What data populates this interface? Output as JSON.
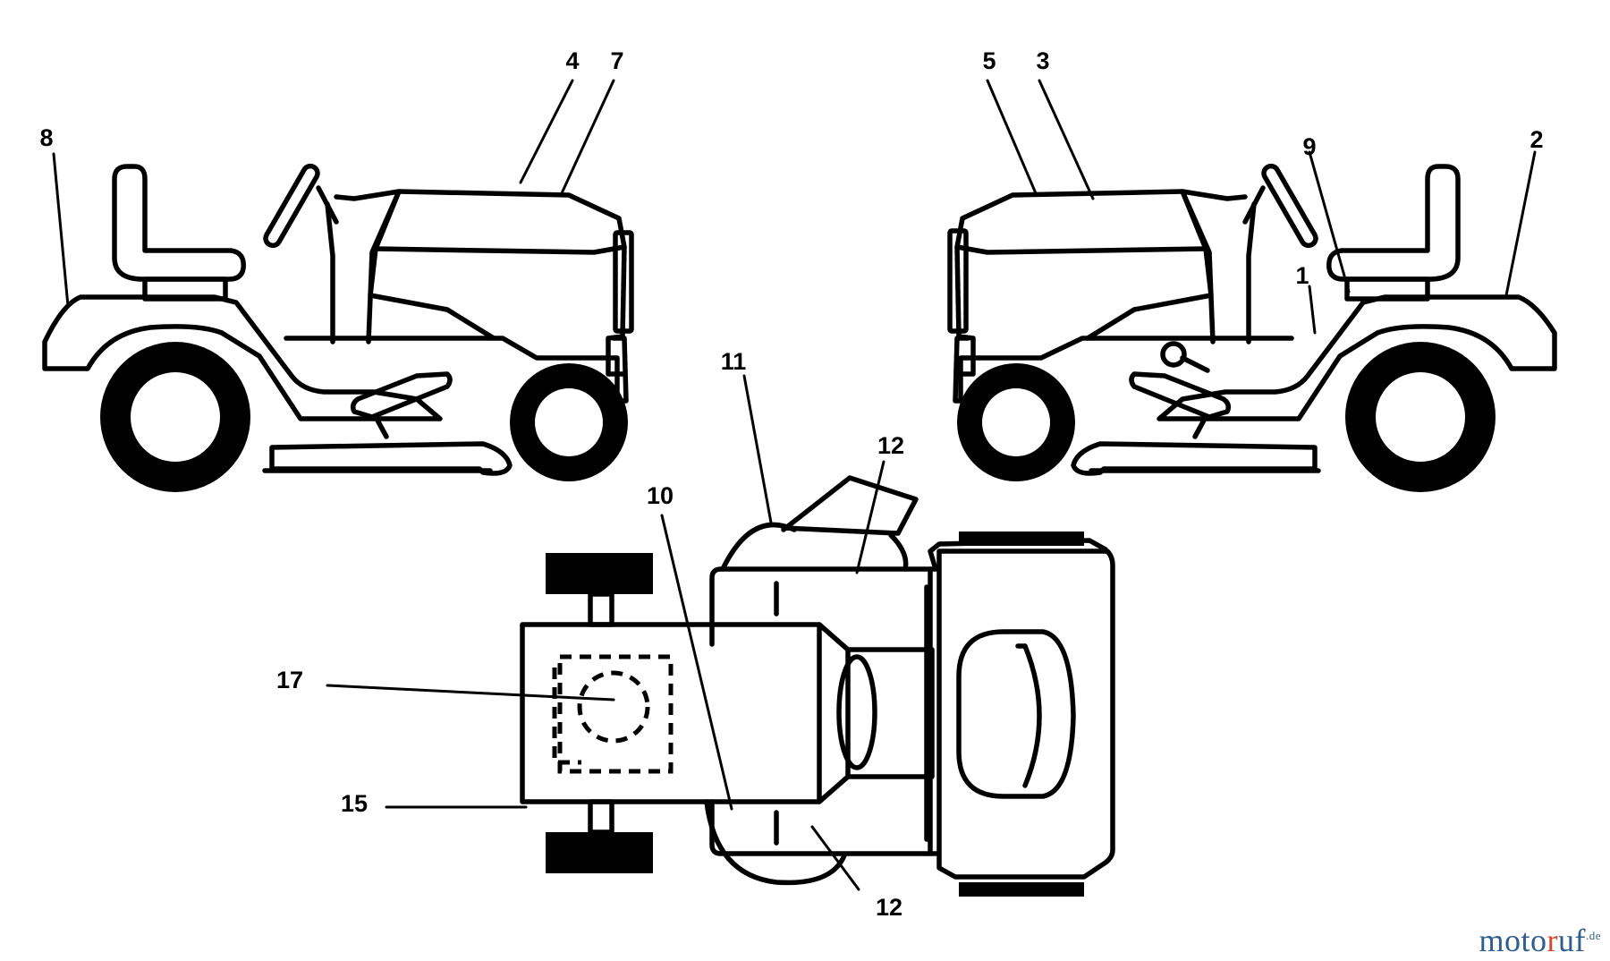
{
  "callouts": [
    {
      "id": "1",
      "label": "1"
    },
    {
      "id": "2",
      "label": "2"
    },
    {
      "id": "3",
      "label": "3"
    },
    {
      "id": "4",
      "label": "4"
    },
    {
      "id": "5",
      "label": "5"
    },
    {
      "id": "7",
      "label": "7"
    },
    {
      "id": "8",
      "label": "8"
    },
    {
      "id": "9",
      "label": "9"
    },
    {
      "id": "10",
      "label": "10"
    },
    {
      "id": "11",
      "label": "11"
    },
    {
      "id": "12a",
      "label": "12"
    },
    {
      "id": "12b",
      "label": "12"
    },
    {
      "id": "15",
      "label": "15"
    },
    {
      "id": "17",
      "label": "17"
    }
  ],
  "watermark": {
    "part1": "moto",
    "part2": "r",
    "part3": "uf",
    "tld": ".de"
  },
  "colors": {
    "line": "#000000",
    "background": "#ffffff",
    "watermark_blue": "#2f5d8c",
    "watermark_red": "#d04a2e"
  }
}
